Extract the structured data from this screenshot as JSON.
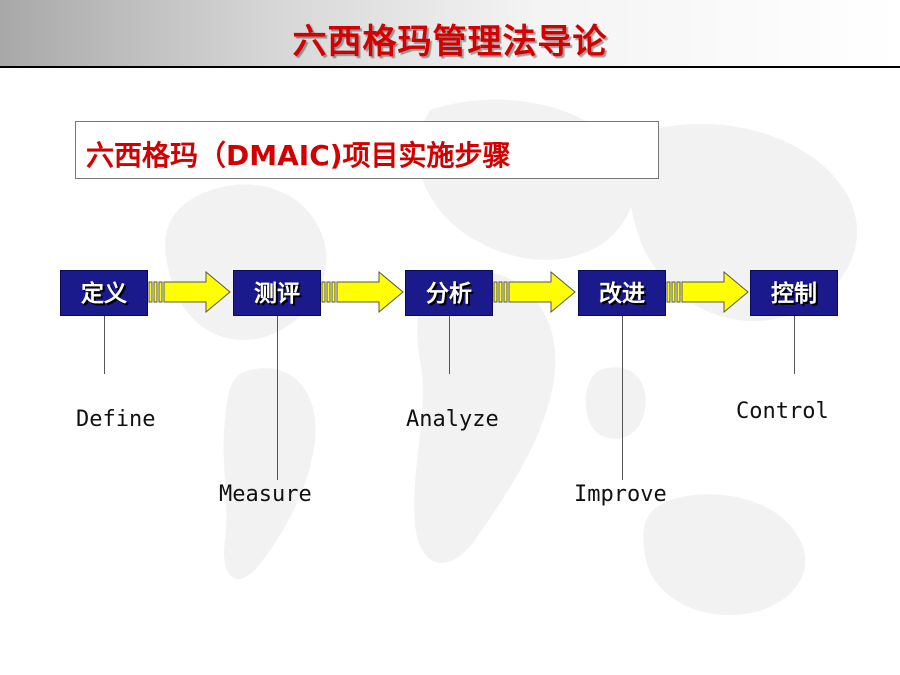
{
  "title": "六西格玛管理法导论",
  "subtitle": "六西格玛（DMAIC)项目实施步骤",
  "steps": [
    {
      "label": "定义",
      "english": "Define"
    },
    {
      "label": "测评",
      "english": "Measure"
    },
    {
      "label": "分析",
      "english": "Analyze"
    },
    {
      "label": "改进",
      "english": "Improve"
    },
    {
      "label": "控制",
      "english": "Control"
    }
  ],
  "colors": {
    "title_red": "#d40000",
    "step_box": "#1a1a8c",
    "arrow_fill": "#ffff00",
    "watermark": "#f1f1f1"
  }
}
